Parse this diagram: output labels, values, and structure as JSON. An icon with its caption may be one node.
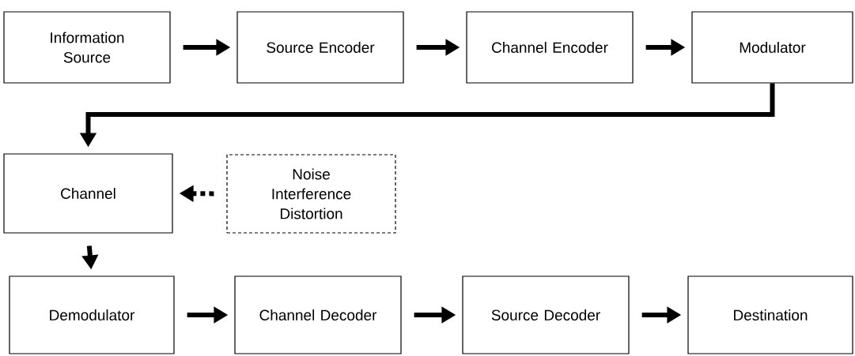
{
  "diagram": {
    "nodes": [
      {
        "text": [
          "Information Source"
        ]
      },
      {
        "text": [
          "Source Encoder"
        ]
      },
      {
        "text": [
          "Channel Encoder"
        ]
      },
      {
        "text": [
          "Modulator"
        ]
      },
      {
        "text": [
          "Channel"
        ]
      },
      {
        "text": [
          "Noise Interference Distortion"
        ]
      },
      {
        "text": [
          "Demodulator"
        ]
      },
      {
        "text": [
          "Channel Decoder"
        ]
      },
      {
        "text": [
          "Source Decoder"
        ]
      },
      {
        "text": [
          "Destination"
        ]
      }
    ],
    "edges": [
      {
        "from": 0,
        "to": 1,
        "arrow": "to"
      },
      {
        "from": 1,
        "to": 2,
        "arrow": "to"
      },
      {
        "from": 2,
        "to": 3,
        "arrow": "to"
      },
      {
        "from": 3,
        "to": 4,
        "arrow": "to"
      },
      {
        "from": 5,
        "to": 4,
        "arrow": "to",
        "style": "dashed"
      },
      {
        "from": 4,
        "to": 6,
        "arrow": "to"
      },
      {
        "from": 6,
        "to": 7,
        "arrow": "to"
      },
      {
        "from": 7,
        "to": 8,
        "arrow": "to"
      },
      {
        "from": 8,
        "to": 9,
        "arrow": "to"
      }
    ]
  }
}
